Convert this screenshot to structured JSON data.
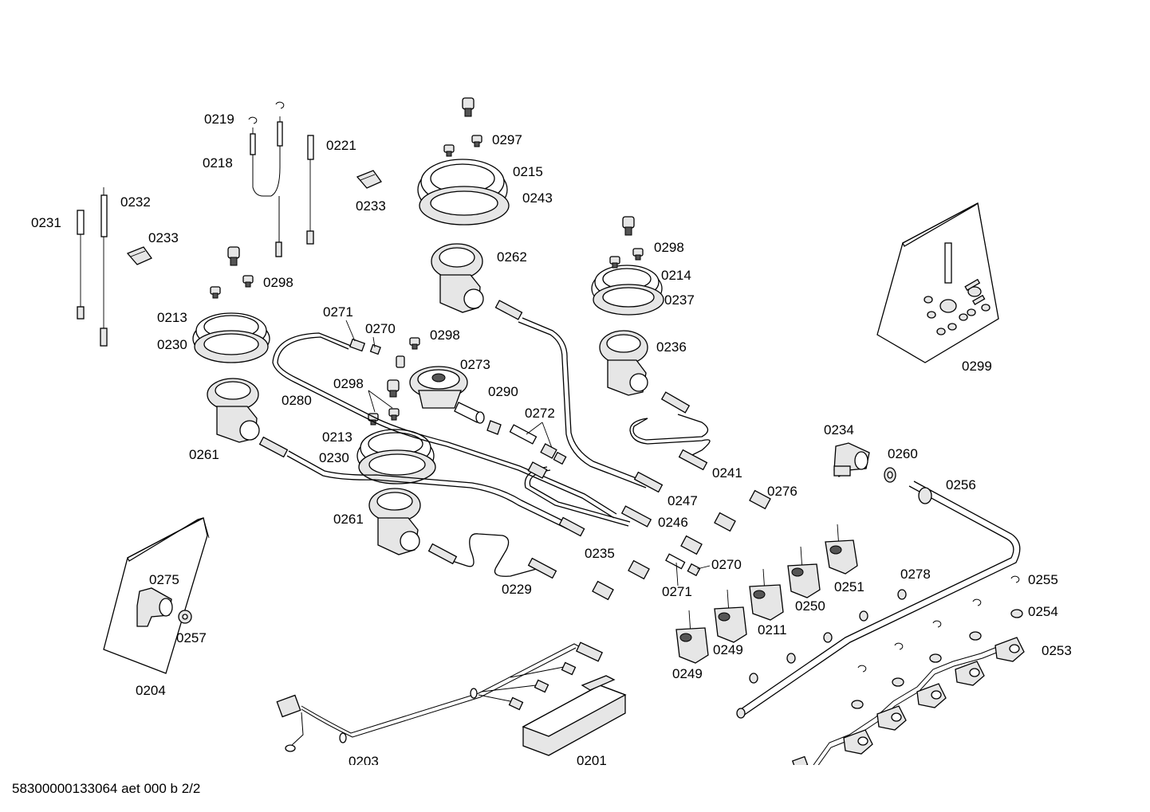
{
  "footer": "58300000133064 aet 000 b 2/2",
  "labels": {
    "l0219": "0219",
    "l0218": "0218",
    "l0221": "0221",
    "l0233a": "0233",
    "l0232": "0232",
    "l0231": "0231",
    "l0233b": "0233",
    "l0298a": "0298",
    "l0213a": "0213",
    "l0230a": "0230",
    "l0261a": "0261",
    "l0297": "0297",
    "l0215": "0215",
    "l0243": "0243",
    "l0262": "0262",
    "l0271a": "0271",
    "l0270a": "0270",
    "l0298b": "0298",
    "l0273": "0273",
    "l0290": "0290",
    "l0298c": "0298",
    "l0280": "0280",
    "l0213b": "0213",
    "l0230b": "0230",
    "l0272": "0272",
    "l0261b": "0261",
    "l0298d": "0298",
    "l0214": "0214",
    "l0237": "0237",
    "l0236": "0236",
    "l0241": "0241",
    "l0247": "0247",
    "l0246": "0246",
    "l0235": "0235",
    "l0229": "0229",
    "l0299": "0299",
    "l0234": "0234",
    "l0260": "0260",
    "l0256": "0256",
    "l0276": "0276",
    "l0270b": "0270",
    "l0271b": "0271",
    "l0278": "0278",
    "l0251": "0251",
    "l0250": "0250",
    "l0211": "0211",
    "l0249a": "0249",
    "l0249b": "0249",
    "l0255": "0255",
    "l0254": "0254",
    "l0253": "0253",
    "l0275": "0275",
    "l0257": "0257",
    "l0204": "0204",
    "l0203": "0203",
    "l0201": "0201"
  }
}
